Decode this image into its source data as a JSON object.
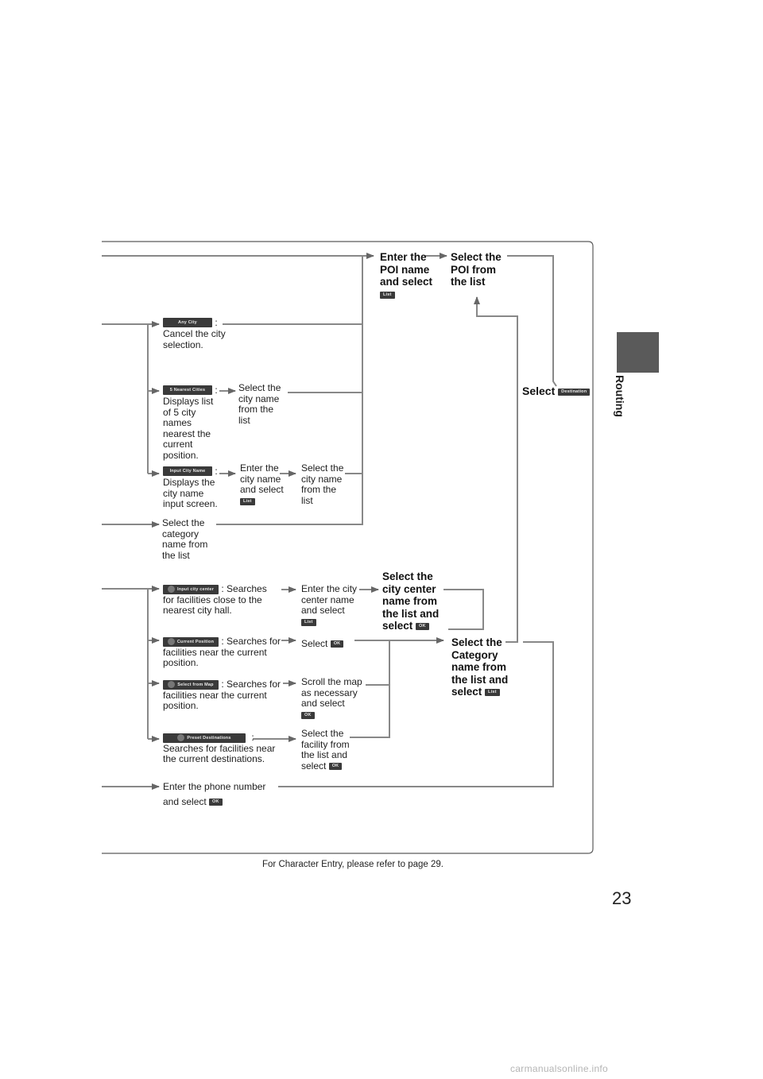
{
  "page": {
    "number": "23",
    "section_tab": "Routing",
    "footnote": "For Character Entry, please refer to page 29.",
    "watermark": "carmanualsonline.info"
  },
  "buttons": {
    "any_city": "Any City",
    "nearest_cities": "5 Nearest Cities",
    "input_city_name": "Input City Name",
    "input_city_center": "Input city center",
    "current_position": "Current Position",
    "select_from_map": "Select from Map",
    "preset_destinations": "Preset Destinations",
    "list": "List",
    "ok": "OK",
    "destination": "Destination"
  },
  "flow": {
    "enter_poi": "Enter the POI name and select",
    "select_poi": "Select the POI from the list",
    "select_destination": "Select",
    "any_city_desc": "Cancel the city selection.",
    "nearest_desc": "Displays list of 5 city names nearest the current position.",
    "nearest_step": "Select the city name from the list",
    "input_desc": "Displays the city name input screen.",
    "input_step1": "Enter the city name and select",
    "input_step2": "Select the city name from the list",
    "category_step": "Select the category name from the list",
    "city_center_desc": ": Searches for facilities close to the nearest city hall.",
    "city_center_step": "Enter the city center name and select",
    "city_center_select": "Select the city center name from the list and select",
    "current_desc": ": Searches for facilities near the current position.",
    "current_step": "Select",
    "map_desc": ": Searches for facilities near the current position.",
    "map_step": "Scroll the map as necessary and select",
    "preset_desc": "Searches for facilities near the current destinations.",
    "preset_step1": "Select the facility from the list and",
    "preset_step2": "select",
    "category_select": "Select the Category name from the list and select",
    "phone_step1": "Enter the phone number",
    "phone_step2": "and select"
  }
}
